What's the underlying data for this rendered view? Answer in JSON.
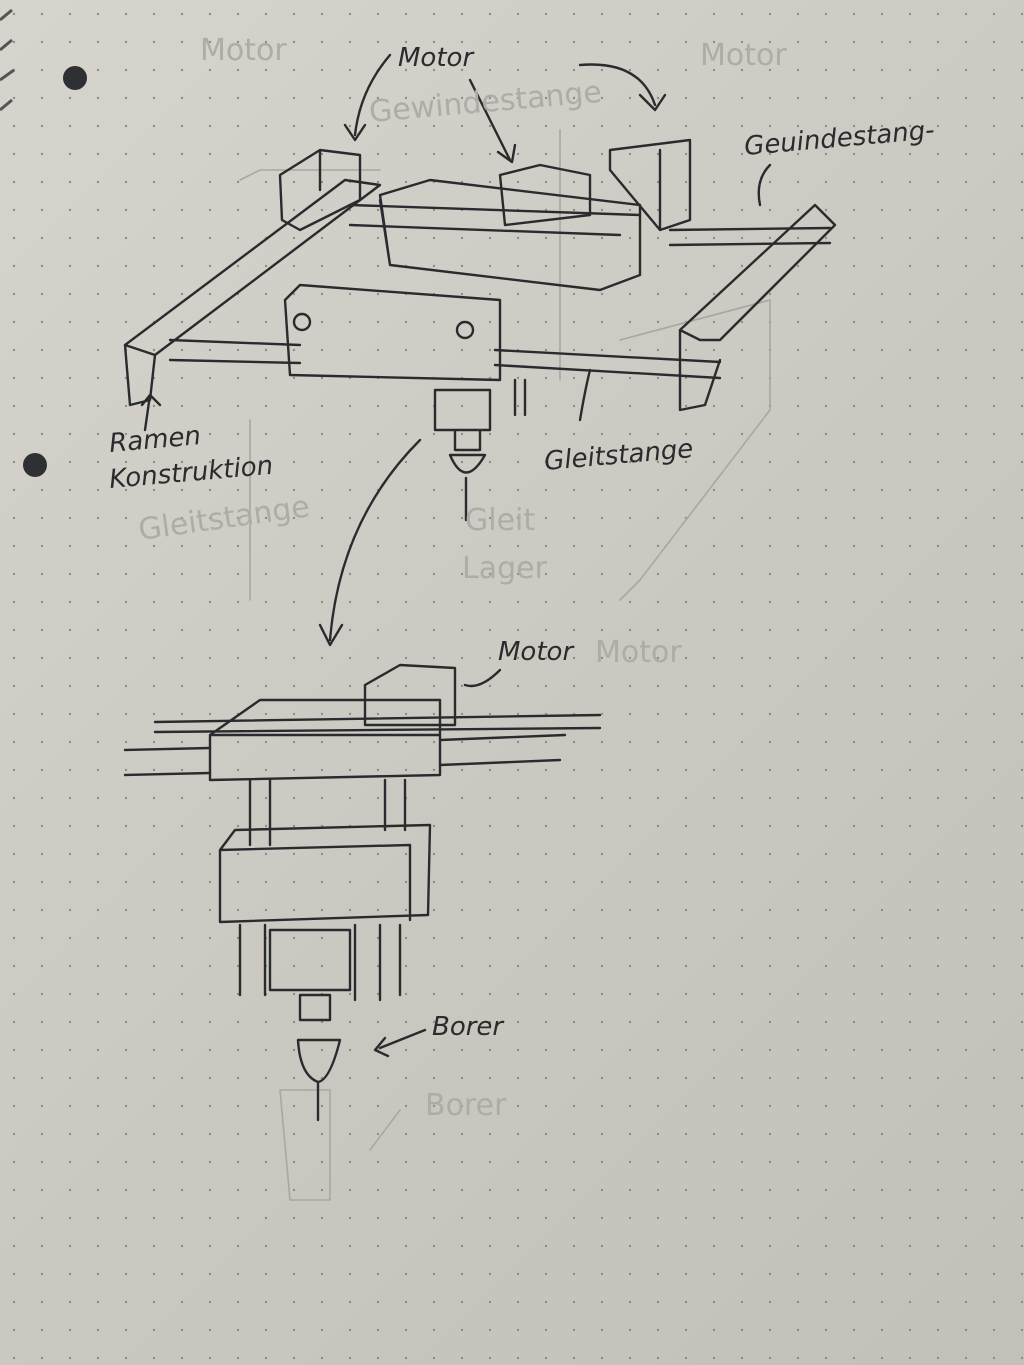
{
  "labels": {
    "motor_top": "Motor",
    "gewindestange": "Geuindestang-",
    "gleitstange": "Gleitstange",
    "rahmen_line1": "Ramen",
    "rahmen_line2": "Konstruktion",
    "motor_lower": "Motor",
    "borer": "Borer"
  },
  "faint_pencil_labels": {
    "motor_left": "Motor",
    "motor_right": "Motor",
    "gewindestange": "Gewindestange",
    "gleitstange": "Gleitstange",
    "gleit": "Gleit",
    "lager": "Lager",
    "motor_lower": "Motor",
    "borer": "Borer"
  },
  "colors": {
    "ink": "#2a2b2e",
    "pencil": "#aeaca6",
    "paper": "#cfcdc6"
  }
}
